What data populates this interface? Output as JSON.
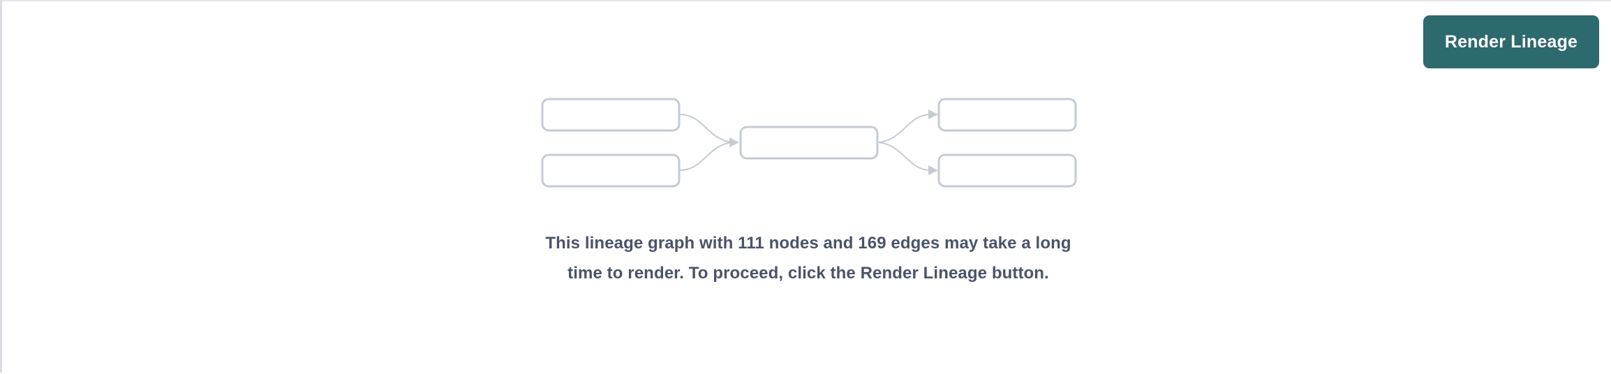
{
  "toolbar": {
    "render_button_label": "Render Lineage"
  },
  "message": {
    "text": "This lineage graph with 111 nodes and 169 edges may take a long time to render. To proceed, click the Render Lineage button.",
    "node_count": 111,
    "edge_count": 169
  },
  "graph_placeholder": {
    "node_count_shown": 5,
    "edge_count_shown": 4,
    "nodes": [
      {
        "id": "left-top",
        "label": ""
      },
      {
        "id": "left-bottom",
        "label": ""
      },
      {
        "id": "center",
        "label": ""
      },
      {
        "id": "right-top",
        "label": ""
      },
      {
        "id": "right-bottom",
        "label": ""
      }
    ]
  },
  "colors": {
    "button_background": "#2d6a6e",
    "button_text": "#ffffff",
    "message_text": "#4a5468",
    "node_border": "#c5cbd5",
    "node_fill": "#ffffff",
    "edge": "#c5cbd5",
    "panel_background": "#ffffff",
    "panel_border": "#e3e5e9"
  }
}
